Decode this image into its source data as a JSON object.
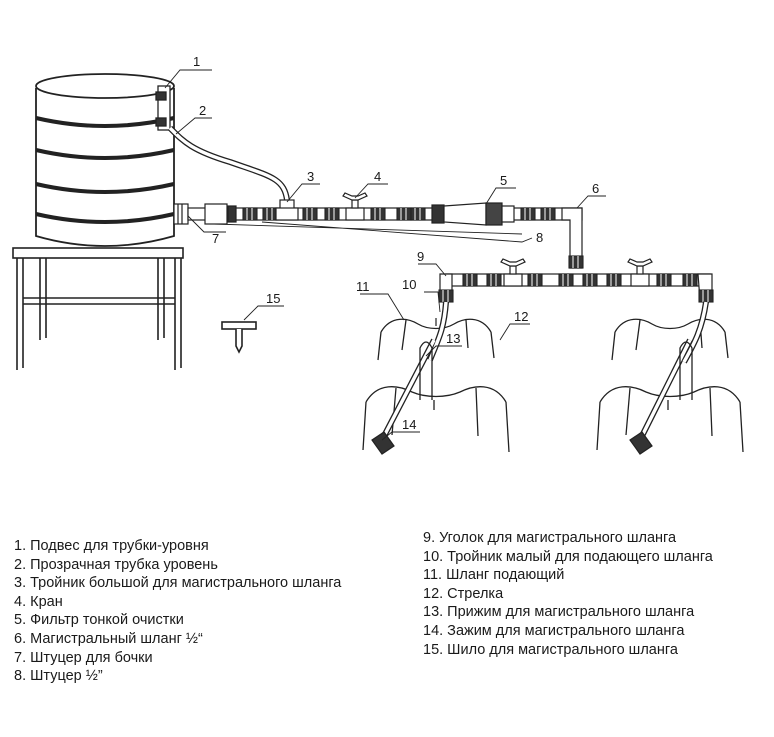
{
  "callouts": [
    "1",
    "2",
    "3",
    "4",
    "5",
    "6",
    "7",
    "8",
    "9",
    "10",
    "11",
    "12",
    "13",
    "14",
    "15"
  ],
  "legend_left": [
    "1. Подвес для трубки-уровня",
    "2. Прозрачная трубка уровень",
    "3. Тройник большой для магистрального шланга",
    "4. Кран",
    "5. Фильтр тонкой очистки",
    "6. Магистральный шланг ½“",
    "7. Штуцер для бочки",
    "8. Штуцер ½”"
  ],
  "legend_right": [
    "9. Уголок для магистрального шланга",
    "10. Тройник малый для подающего шланга",
    "11. Шланг подающий",
    "12. Стрелка",
    "13. Прижим для магистрального шланга",
    "14. Зажим для магистрального шланга",
    "15. Шило для магистрального шланга"
  ]
}
